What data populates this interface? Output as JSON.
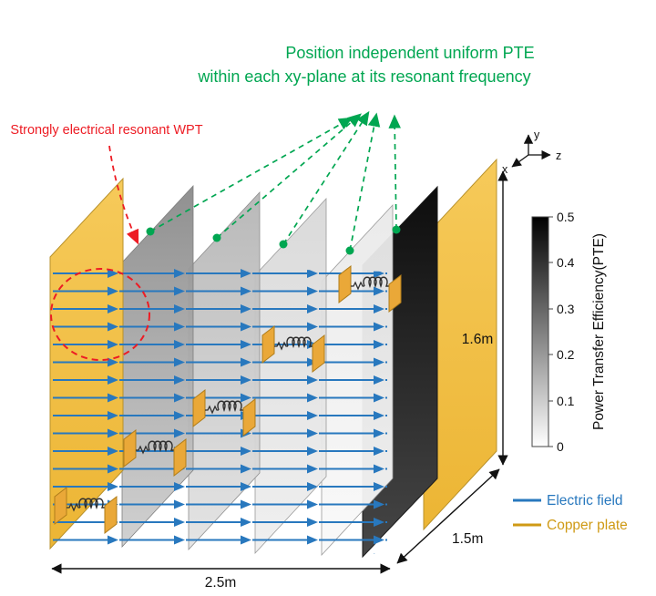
{
  "figure": {
    "title_line1": "Position independent uniform PTE",
    "title_line2": "within each xy-plane at its resonant frequency",
    "wpt_label": "Strongly electrical resonant WPT"
  },
  "dimensions": {
    "width_label": "2.5m",
    "depth_label": "1.5m",
    "height_label": "1.6m"
  },
  "axes": {
    "x_label": "x",
    "y_label": "y",
    "z_label": "z"
  },
  "colorbar": {
    "title": "Power Transfer Efficiency(PTE)",
    "ticks": [
      "0.5",
      "0.4",
      "0.3",
      "0.2",
      "0.1",
      "0"
    ],
    "min": 0,
    "max": 0.5,
    "max_color": "#000000",
    "min_color": "#ffffff"
  },
  "legend": {
    "items": [
      {
        "label": "Electric field",
        "color": "#2878be"
      },
      {
        "label": "Copper plate",
        "color": "#cf9a15"
      }
    ]
  },
  "colors": {
    "title_green": "#00a651",
    "annotation_red": "#ed1c24",
    "electric_field_blue": "#2878be",
    "copper_plate_yellow": "#f2c14e"
  }
}
